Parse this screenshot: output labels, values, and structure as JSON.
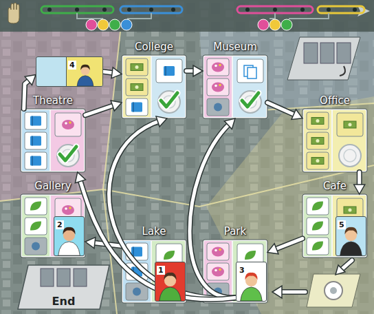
{
  "diagram": {
    "nodes": [
      {
        "text": [
          "College"
        ]
      },
      {
        "text": [
          "Museum"
        ]
      },
      {
        "text": [
          "Theatre"
        ]
      },
      {
        "text": [
          "Office"
        ]
      },
      {
        "text": [
          "Gallery"
        ]
      },
      {
        "text": [
          "Cafe"
        ]
      },
      {
        "text": [
          "Lake"
        ]
      },
      {
        "text": [
          "Park"
        ]
      },
      {
        "text": [
          "End"
        ]
      },
      {
        "text": [
          "4"
        ]
      },
      {
        "text": [
          "2"
        ],
        "in": 4
      },
      {
        "text": [
          "5"
        ],
        "in": 5
      },
      {
        "text": [
          "1"
        ],
        "in": 6
      },
      {
        "text": [
          "3"
        ],
        "in": 7
      }
    ],
    "edges": [
      {
        "from": 9,
        "to": 0,
        "arrow": "to"
      },
      {
        "from": 0,
        "to": 1,
        "arrow": "to"
      },
      {
        "from": 1,
        "to": 3,
        "arrow": "to"
      },
      {
        "from": 3,
        "to": 5,
        "arrow": "to"
      },
      {
        "from": 5,
        "to": 7,
        "arrow": "to"
      },
      {
        "from": 6,
        "to": 4,
        "arrow": "to"
      },
      {
        "from": 2,
        "to": 9,
        "arrow": "to"
      },
      {
        "from": 2,
        "to": 0,
        "arrow": "to"
      },
      {
        "from": 13,
        "to": 0,
        "arrow": "to"
      },
      {
        "from": 13,
        "to": 1,
        "arrow": "to"
      },
      {
        "from": 13,
        "to": 2,
        "arrow": "to"
      }
    ]
  }
}
